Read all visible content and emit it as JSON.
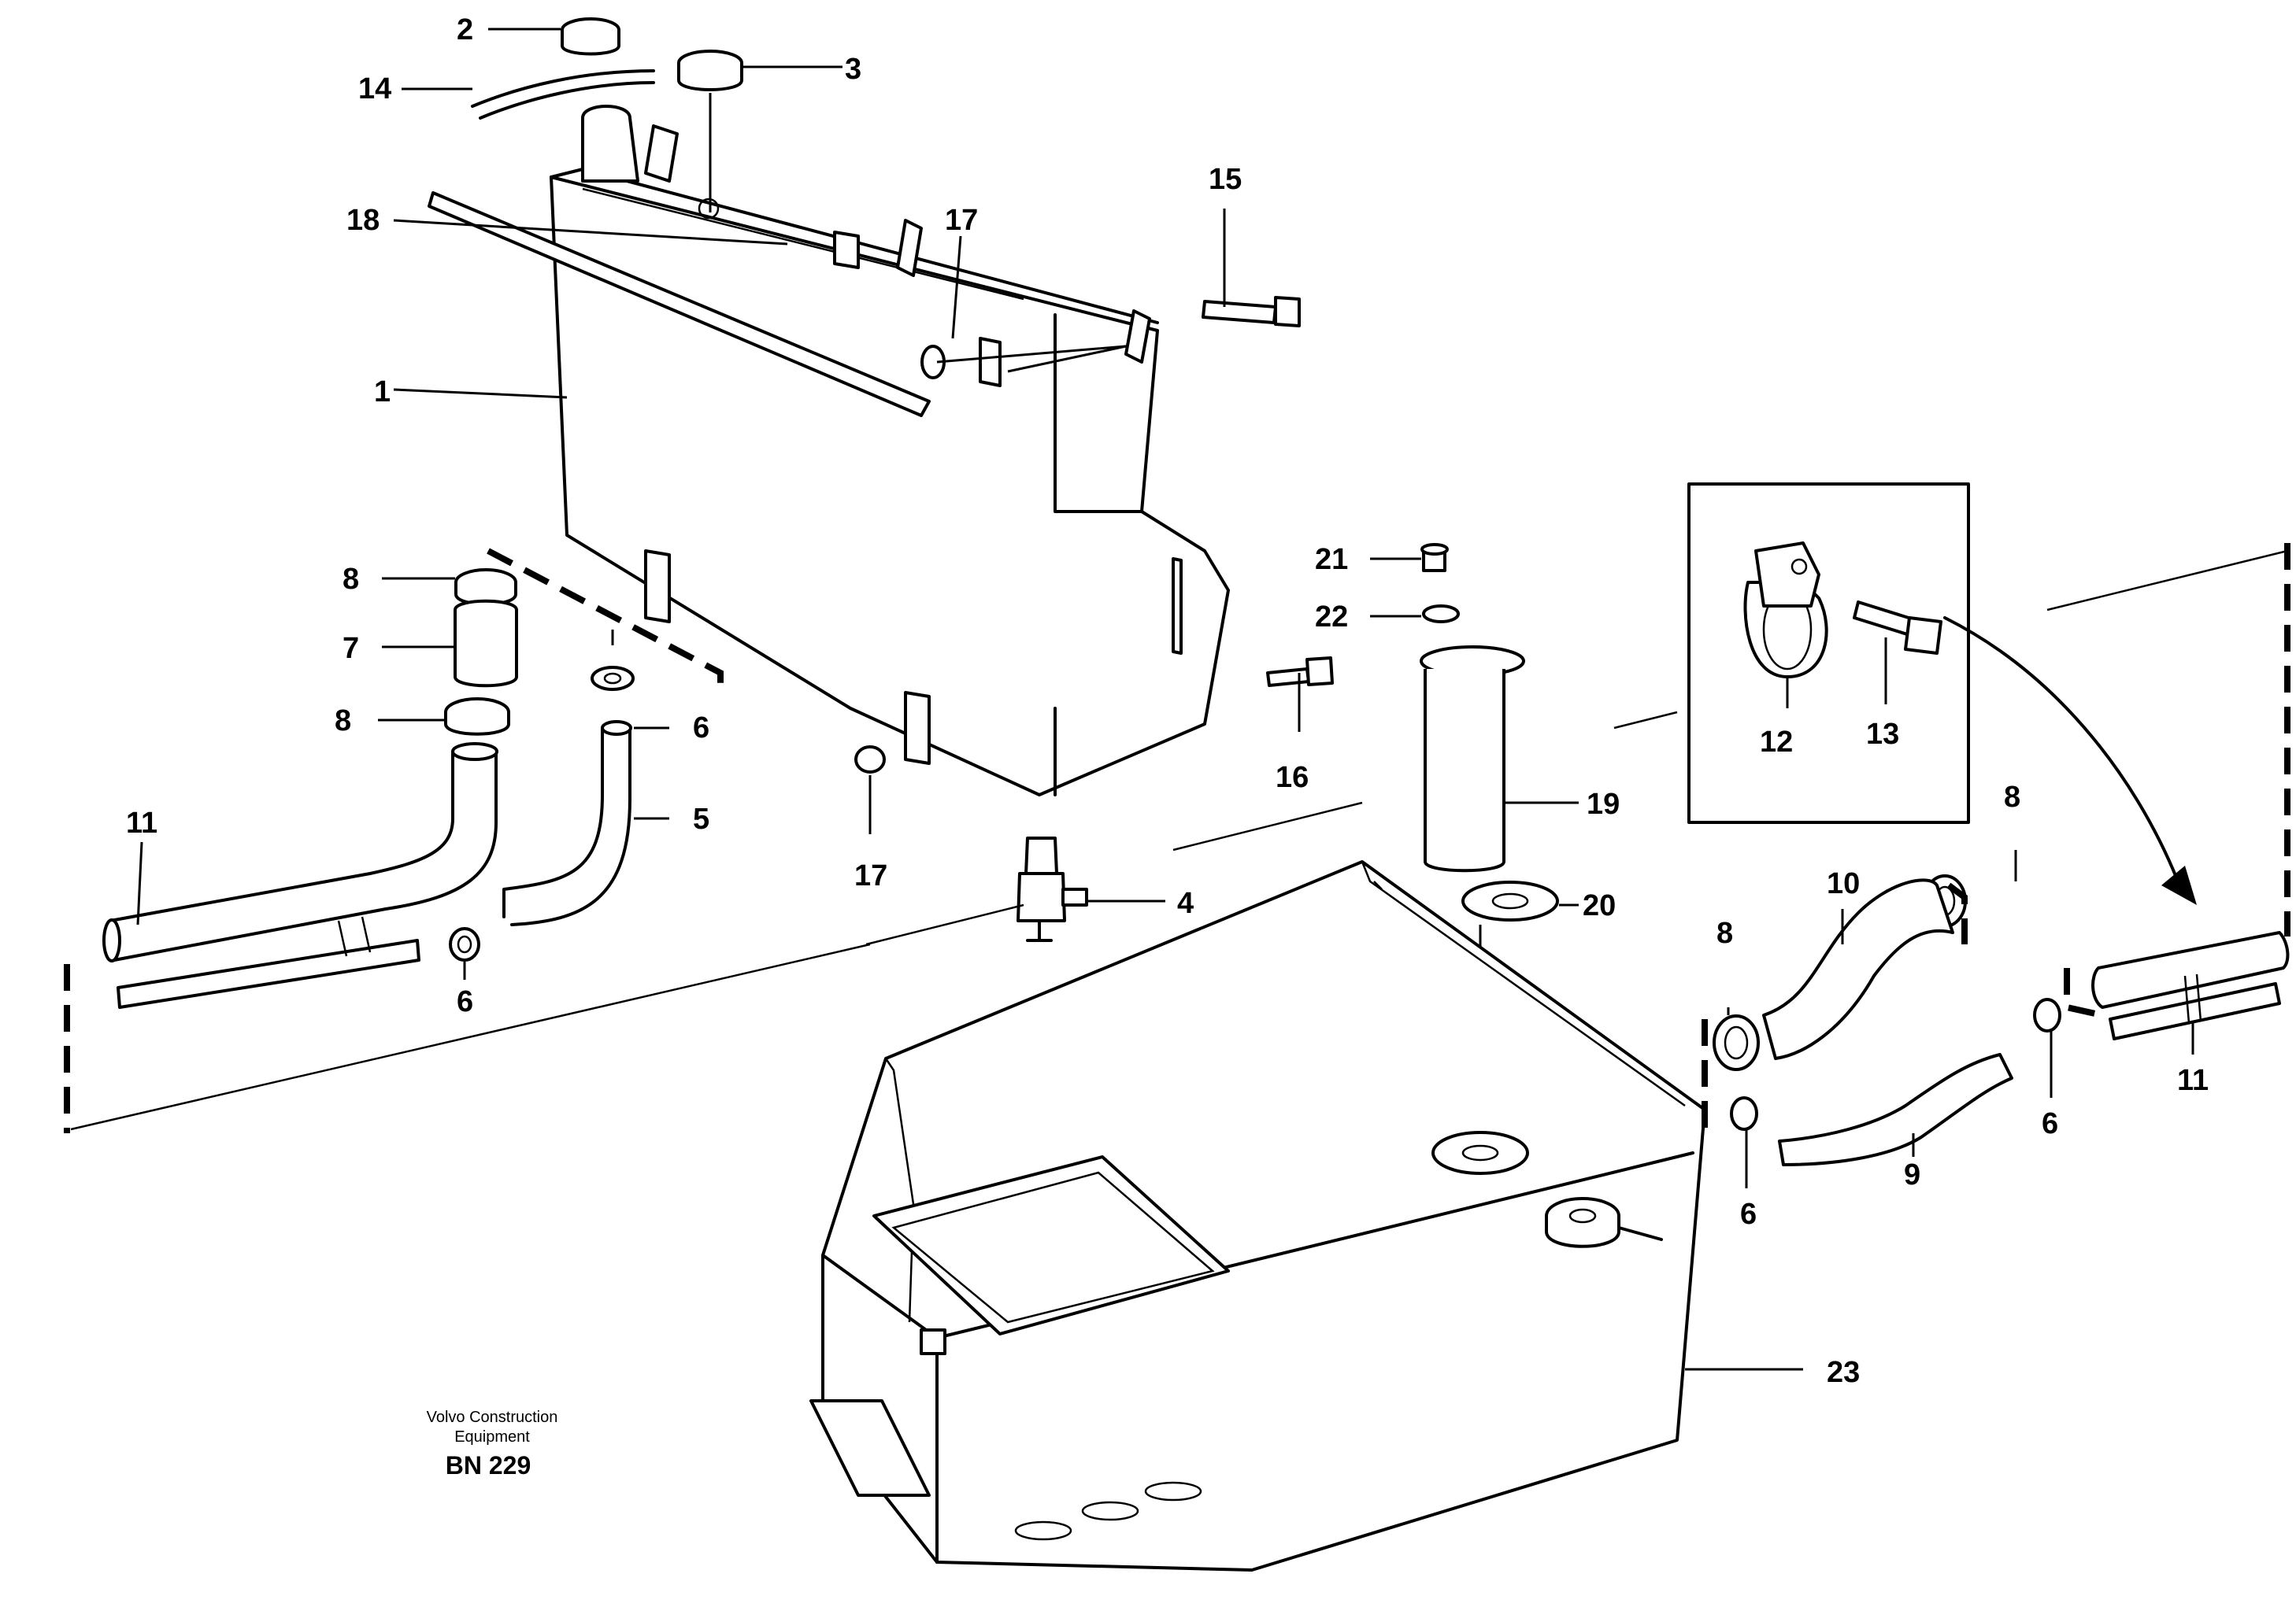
{
  "diagram": {
    "credit_line1": "Volvo Construction",
    "credit_line2": "Equipment",
    "code": "BN 229",
    "callouts": {
      "c1": "1",
      "c2": "2",
      "c3": "3",
      "c4": "4",
      "c5": "5",
      "c6a": "6",
      "c6b": "6",
      "c6c": "6",
      "c6d": "6",
      "c7": "7",
      "c8a": "8",
      "c8b": "8",
      "c8c": "8",
      "c8d": "8",
      "c9": "9",
      "c10": "10",
      "c11a": "11",
      "c11b": "11",
      "c12": "12",
      "c13": "13",
      "c14": "14",
      "c15": "15",
      "c16": "16",
      "c17a": "17",
      "c17b": "17",
      "c18": "18",
      "c19": "19",
      "c20": "20",
      "c21": "21",
      "c22": "22",
      "c23": "23"
    }
  }
}
